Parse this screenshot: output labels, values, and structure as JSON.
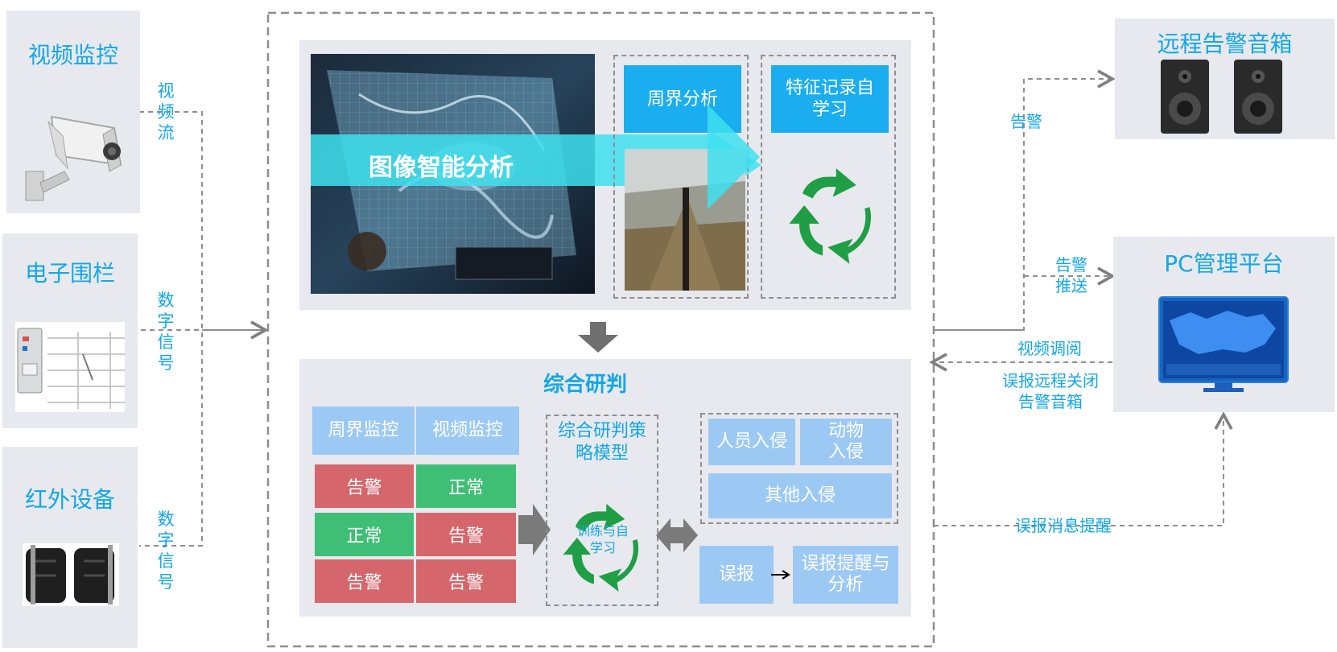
{
  "devices": {
    "video": {
      "title": "视频监控",
      "signal": "视频流"
    },
    "fence": {
      "title": "电子围栏",
      "signal": "数字信号"
    },
    "infrared": {
      "title": "红外设备",
      "signal": "数字信号"
    }
  },
  "analysis": {
    "banner": "图像智能分析",
    "perimeter": "周界分析",
    "feature": "特征记录自学习"
  },
  "judgment": {
    "title": "综合研判",
    "col1": "周界监控",
    "col2": "视频监控",
    "grid": [
      [
        "告警",
        "正常"
      ],
      [
        "正常",
        "告警"
      ],
      [
        "告警",
        "告警"
      ]
    ],
    "model_title": "综合研判策略模型",
    "model_sub": "训练与自学习",
    "person": "人员入侵",
    "animal": "动物入侵",
    "other": "其他入侵",
    "false_alarm": "误报",
    "false_alarm_analysis": "误报提醒与分析"
  },
  "speaker": {
    "title": "远程告警音箱"
  },
  "pc": {
    "title": "PC管理平台"
  },
  "edges": {
    "alarm": "告警",
    "alarm_push": "告警推送",
    "video_review": "视频调阅",
    "remote_close": "误报远程关闭告警音箱",
    "false_msg": "误报消息提醒"
  },
  "colors": {
    "accent": "#14a7e6",
    "panel": "#e8e9ee",
    "alarm": "#d5666b",
    "normal": "#3fbf75",
    "recycle": "#1f9e45"
  }
}
